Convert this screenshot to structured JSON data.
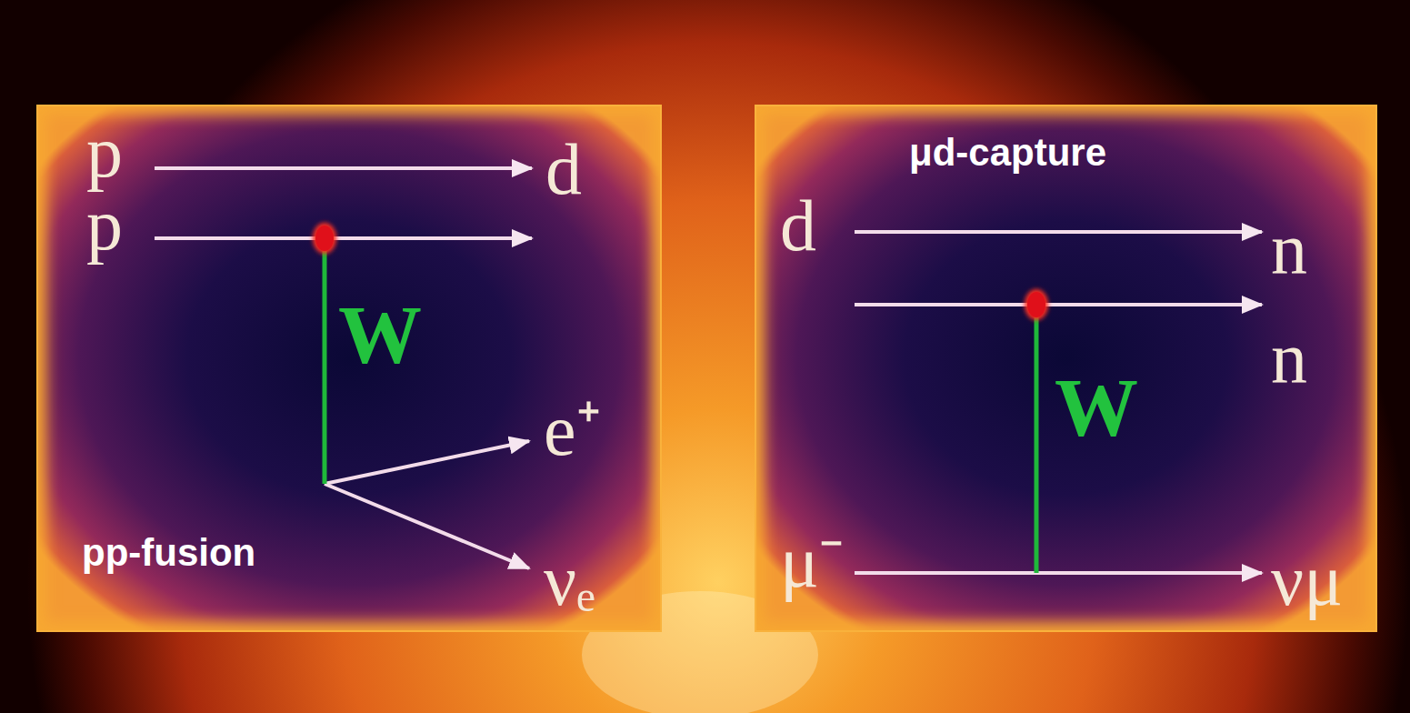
{
  "diagram": {
    "nodes": [
      {
        "text": [
          "pp-fusion"
        ]
      },
      {
        "text": [
          "μd-capture"
        ]
      }
    ],
    "labels": [
      "p",
      "d",
      "p",
      "W",
      "e⁺",
      "νₑ",
      "d",
      "n",
      "n",
      "W",
      "μ⁻",
      "νμ"
    ]
  }
}
